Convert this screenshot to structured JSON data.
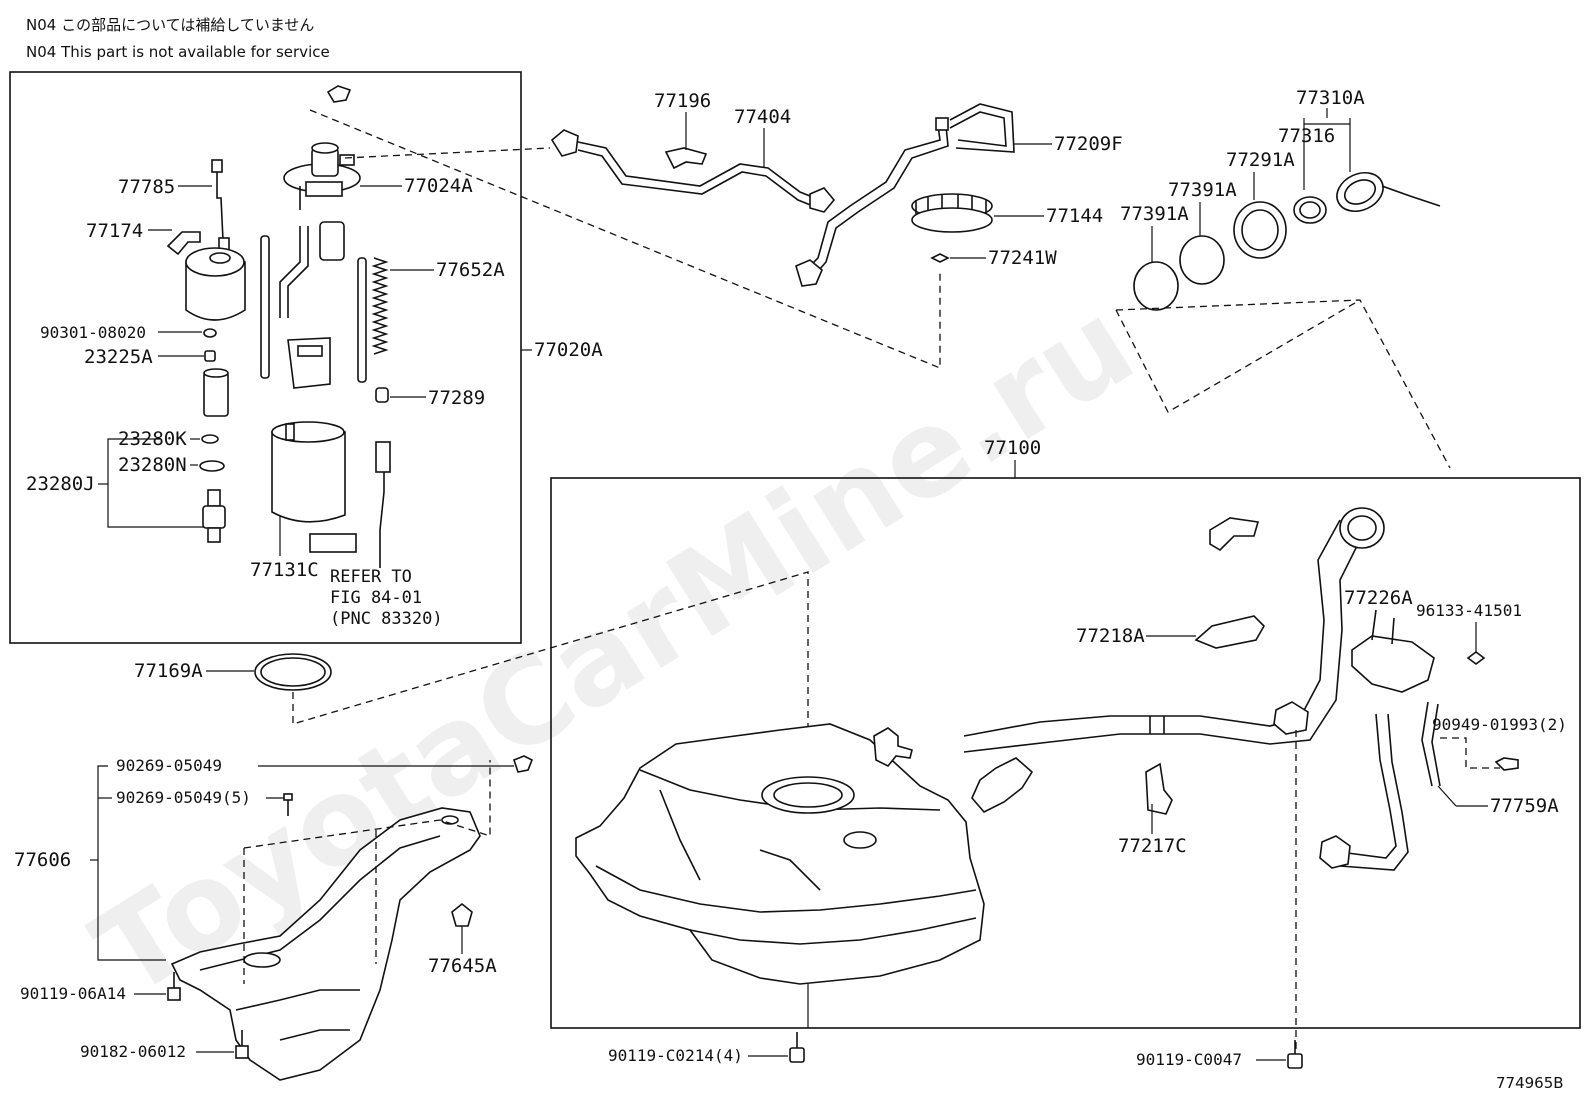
{
  "notes": {
    "line1": "N04 この部品については補給していません",
    "line2": "N04 This part is not available for service"
  },
  "watermark": "ToyotaCarMine.ru",
  "figure_code": "774965B",
  "labels": {
    "p77785": "77785",
    "p77174": "77174",
    "p77024A": "77024A",
    "p77652A": "77652A",
    "p90301": "90301-08020",
    "p23225A": "23225A",
    "p77020A": "77020A",
    "p77289": "77289",
    "p23280K": "23280K",
    "p23280N": "23280N",
    "p23280J": "23280J",
    "p77131C": "77131C",
    "p77196": "77196",
    "p77404": "77404",
    "p77209F": "77209F",
    "p77144": "77144",
    "p77241W": "77241W",
    "p77310A": "77310A",
    "p77316": "77316",
    "p77291A": "77291A",
    "p77391A_a": "77391A",
    "p77391A_b": "77391A",
    "p77100": "77100",
    "p77169A": "77169A",
    "p77226A": "77226A",
    "p96133": "96133-41501",
    "p77218A": "77218A",
    "p90949": "90949-01993(2)",
    "p77759A": "77759A",
    "p77217C": "77217C",
    "p90269a": "90269-05049",
    "p90269b": "90269-05049(5)",
    "p77606": "77606",
    "p77645A": "77645A",
    "p90119_06A14": "90119-06A14",
    "p90182": "90182-06012",
    "p90119_C0214": "90119-C0214(4)",
    "p90119_C0047": "90119-C0047"
  },
  "reference": {
    "line1": "REFER TO",
    "line2": "FIG 84-01",
    "line3": "(PNC 83320)"
  }
}
